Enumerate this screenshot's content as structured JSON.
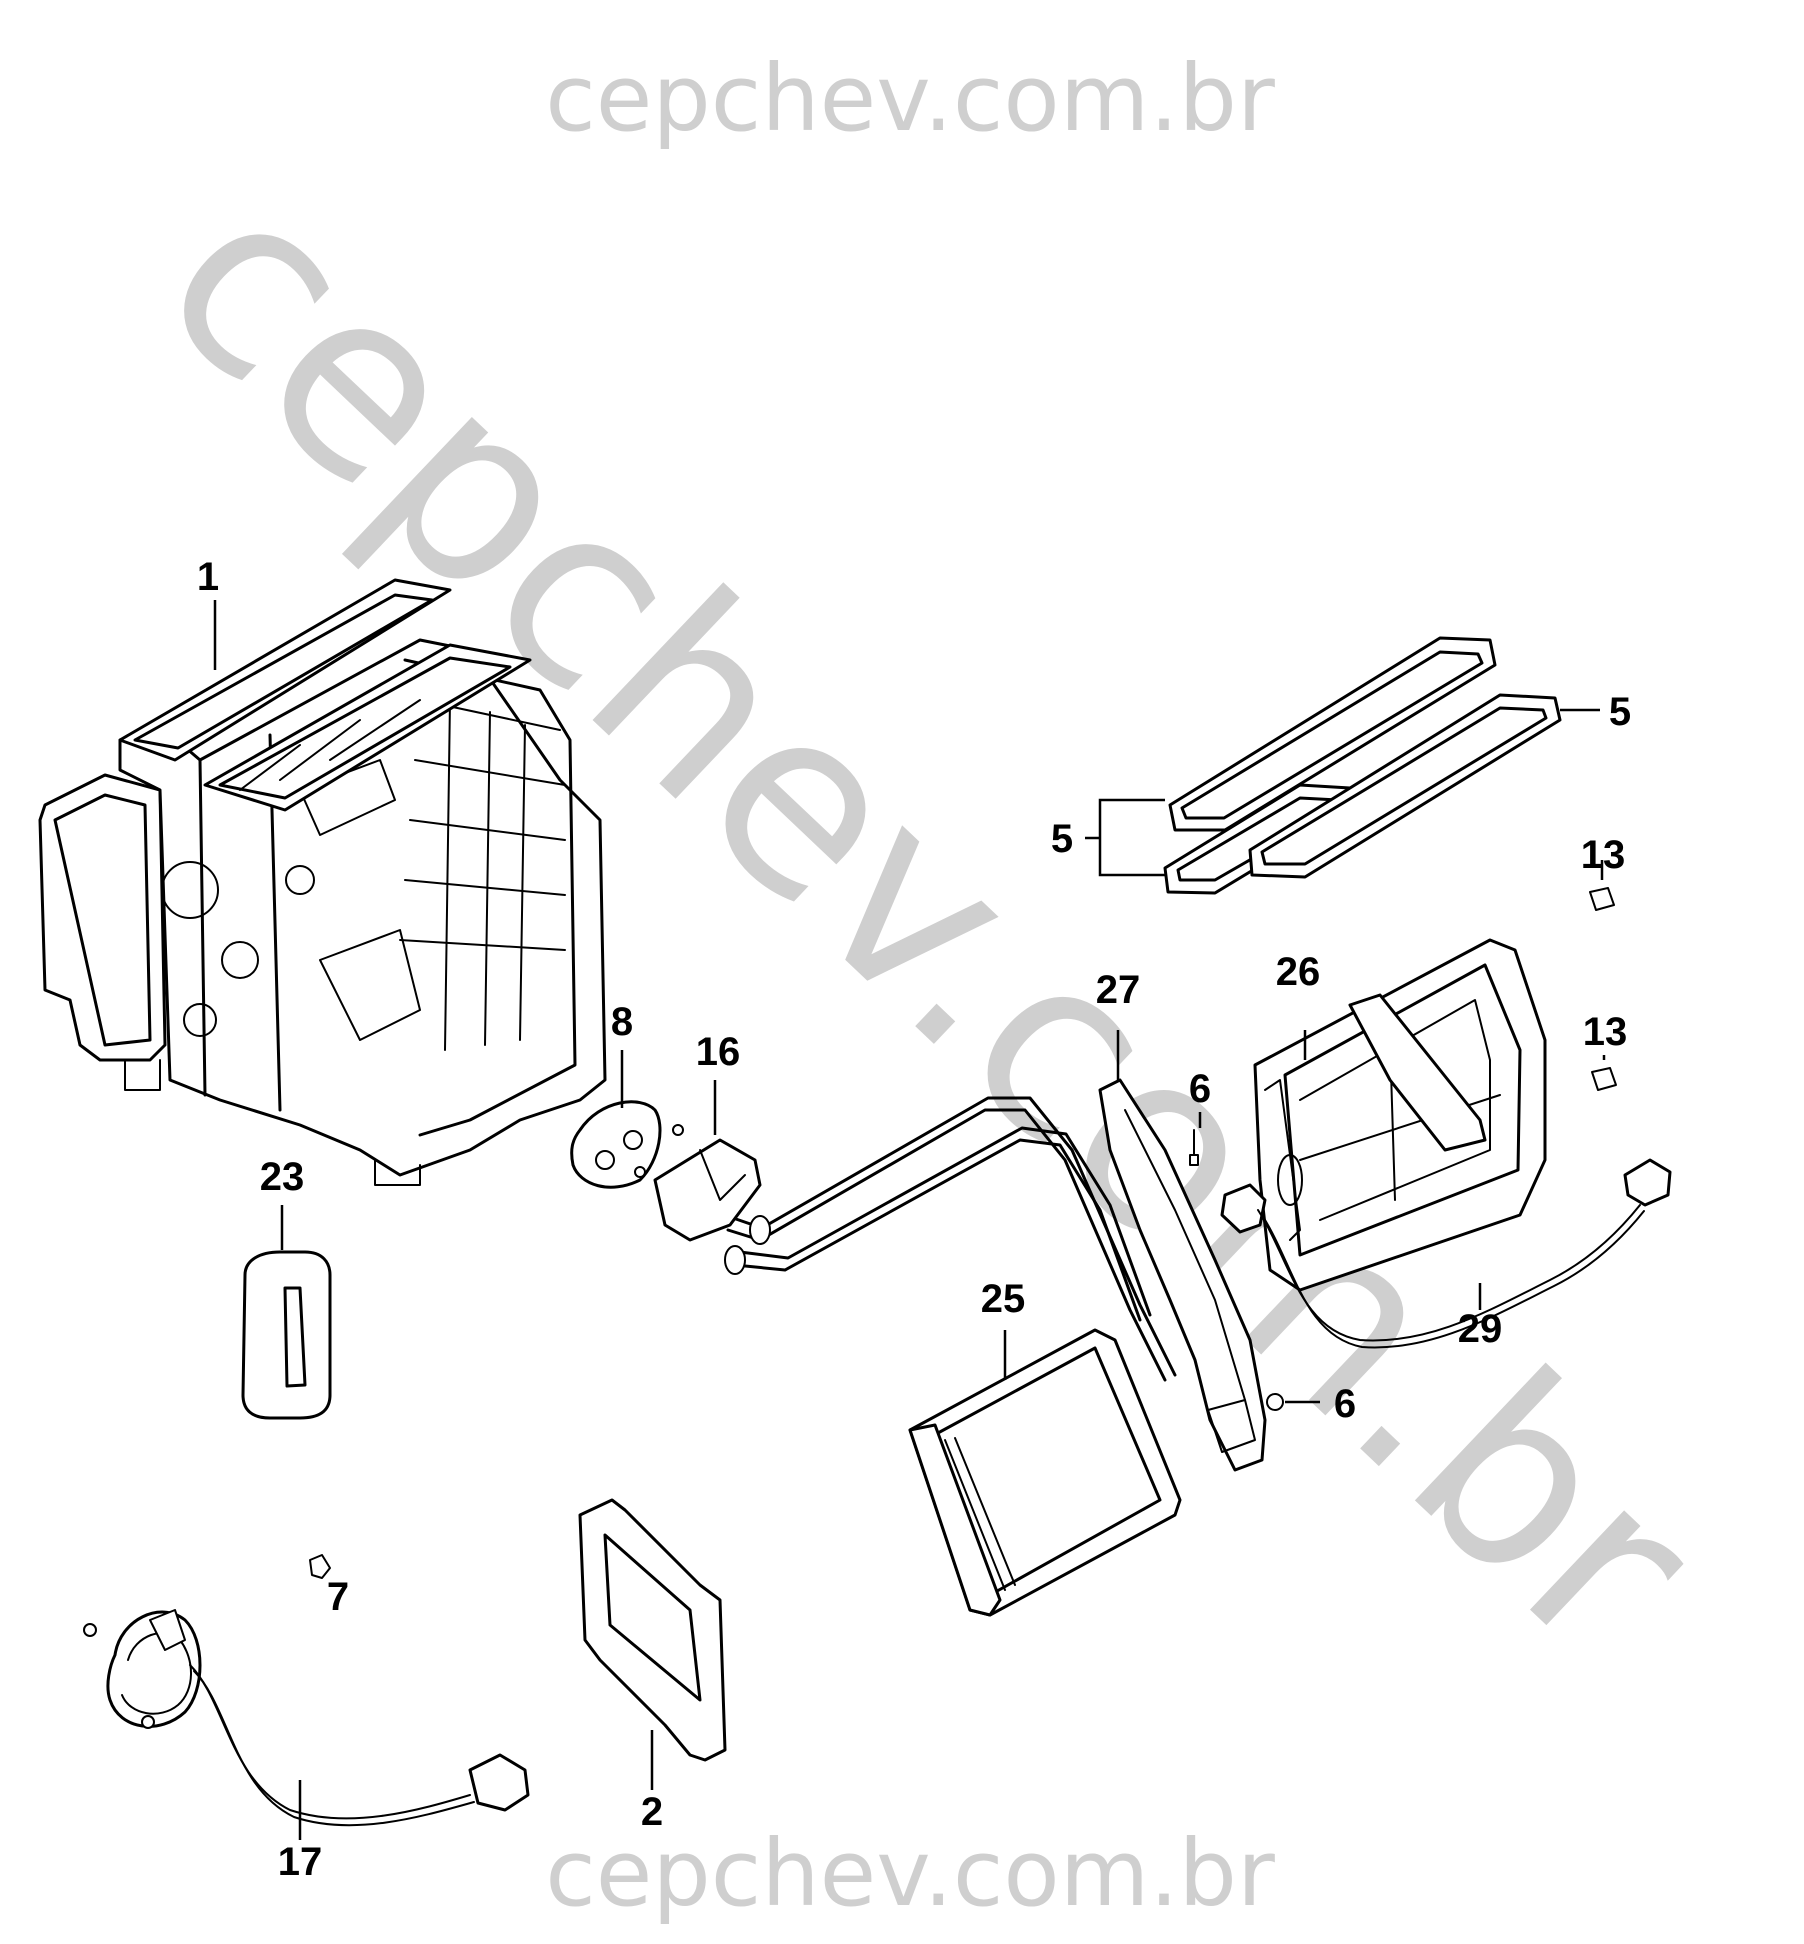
{
  "watermark": {
    "top": "cepchev.com.br",
    "diagonal": "cepchev.com.br",
    "bottom": "cepchev.com.br"
  },
  "callouts": {
    "c1": "1",
    "c2": "2",
    "c5a": "5",
    "c5b": "5",
    "c6a": "6",
    "c6b": "6",
    "c7": "7",
    "c8": "8",
    "c13a": "13",
    "c13b": "13",
    "c16": "16",
    "c17": "17",
    "c23": "23",
    "c25": "25",
    "c26": "26",
    "c27": "27",
    "c29": "29"
  }
}
